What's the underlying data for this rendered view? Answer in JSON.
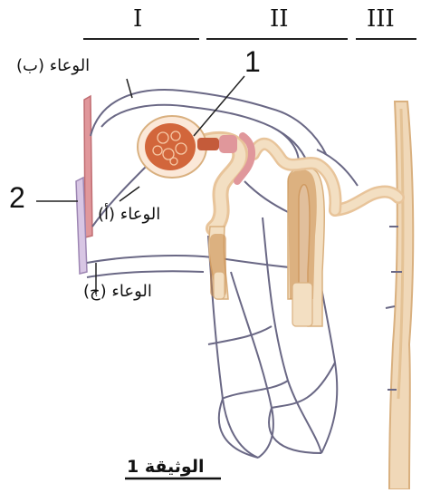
{
  "sections": [
    "I",
    "II",
    "III"
  ],
  "numbers": {
    "one": "1",
    "two": "2"
  },
  "labels": {
    "vessel_b": "الوعاء (ب)",
    "vessel_a": "الوعاء (أ)",
    "vessel_c": "الوعاء (ج)"
  },
  "caption": "الوثيقة 1",
  "colors": {
    "vessel": "#6a6885",
    "tubule_fill": "#f3dfc2",
    "tubule_edge": "#d9b07f",
    "tubule_dark": "#c98a4a",
    "glomerulus": "#d2663b",
    "pink_vessel": "#e0979b",
    "duct_fill": "#f0d8b8"
  }
}
